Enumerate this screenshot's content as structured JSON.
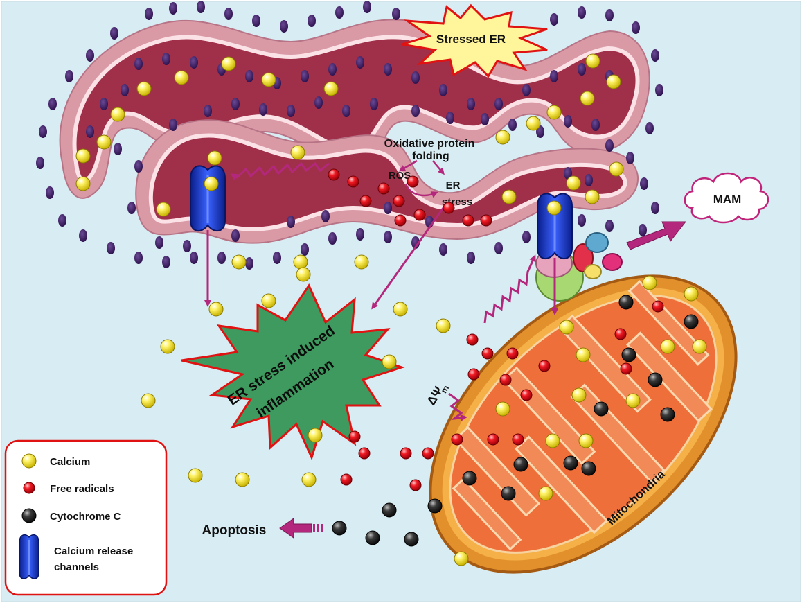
{
  "labels": {
    "stressed_er": "Stressed ER",
    "oxidative_line1": "Oxidative protein",
    "oxidative_line2": "folding",
    "ros": "ROS",
    "er_line1": "ER",
    "er_line2": "stress",
    "mam": "MAM",
    "inflammation_line1": "ER stress induced",
    "inflammation_line2": "inflammation",
    "delta_psi": "ΔΨ",
    "delta_psi_sub": "m",
    "mitochondria": "Mitochondria",
    "apoptosis": "Apoptosis"
  },
  "legend": {
    "items": [
      {
        "label": "Calcium",
        "icon": "calcium-icon"
      },
      {
        "label": "Free radicals",
        "icon": "free-radical-icon"
      },
      {
        "label": "Cytochrome C",
        "icon": "cytochrome-c-icon"
      },
      {
        "label_line1": "Calcium release",
        "label_line2": "channels",
        "icon": "calcium-channel-icon"
      }
    ]
  },
  "colors": {
    "background": "#d8ecf3",
    "er_membrane": "#d99aa6",
    "er_lumen": "#a0304a",
    "ribosome": "#3a1a5e",
    "calcium": "#f2e21c",
    "free_radical": "#e0101e",
    "cytochrome_c": "#2f2f2f",
    "channel": "#1f3fcf",
    "mito_outer": "#f0a636",
    "mito_inner": "#ef6f3a",
    "arrow": "#b3287c",
    "inflammation_fill": "#3f9a5f",
    "starburst_fill": "#fff59a",
    "starburst_stroke": "#e01212"
  }
}
